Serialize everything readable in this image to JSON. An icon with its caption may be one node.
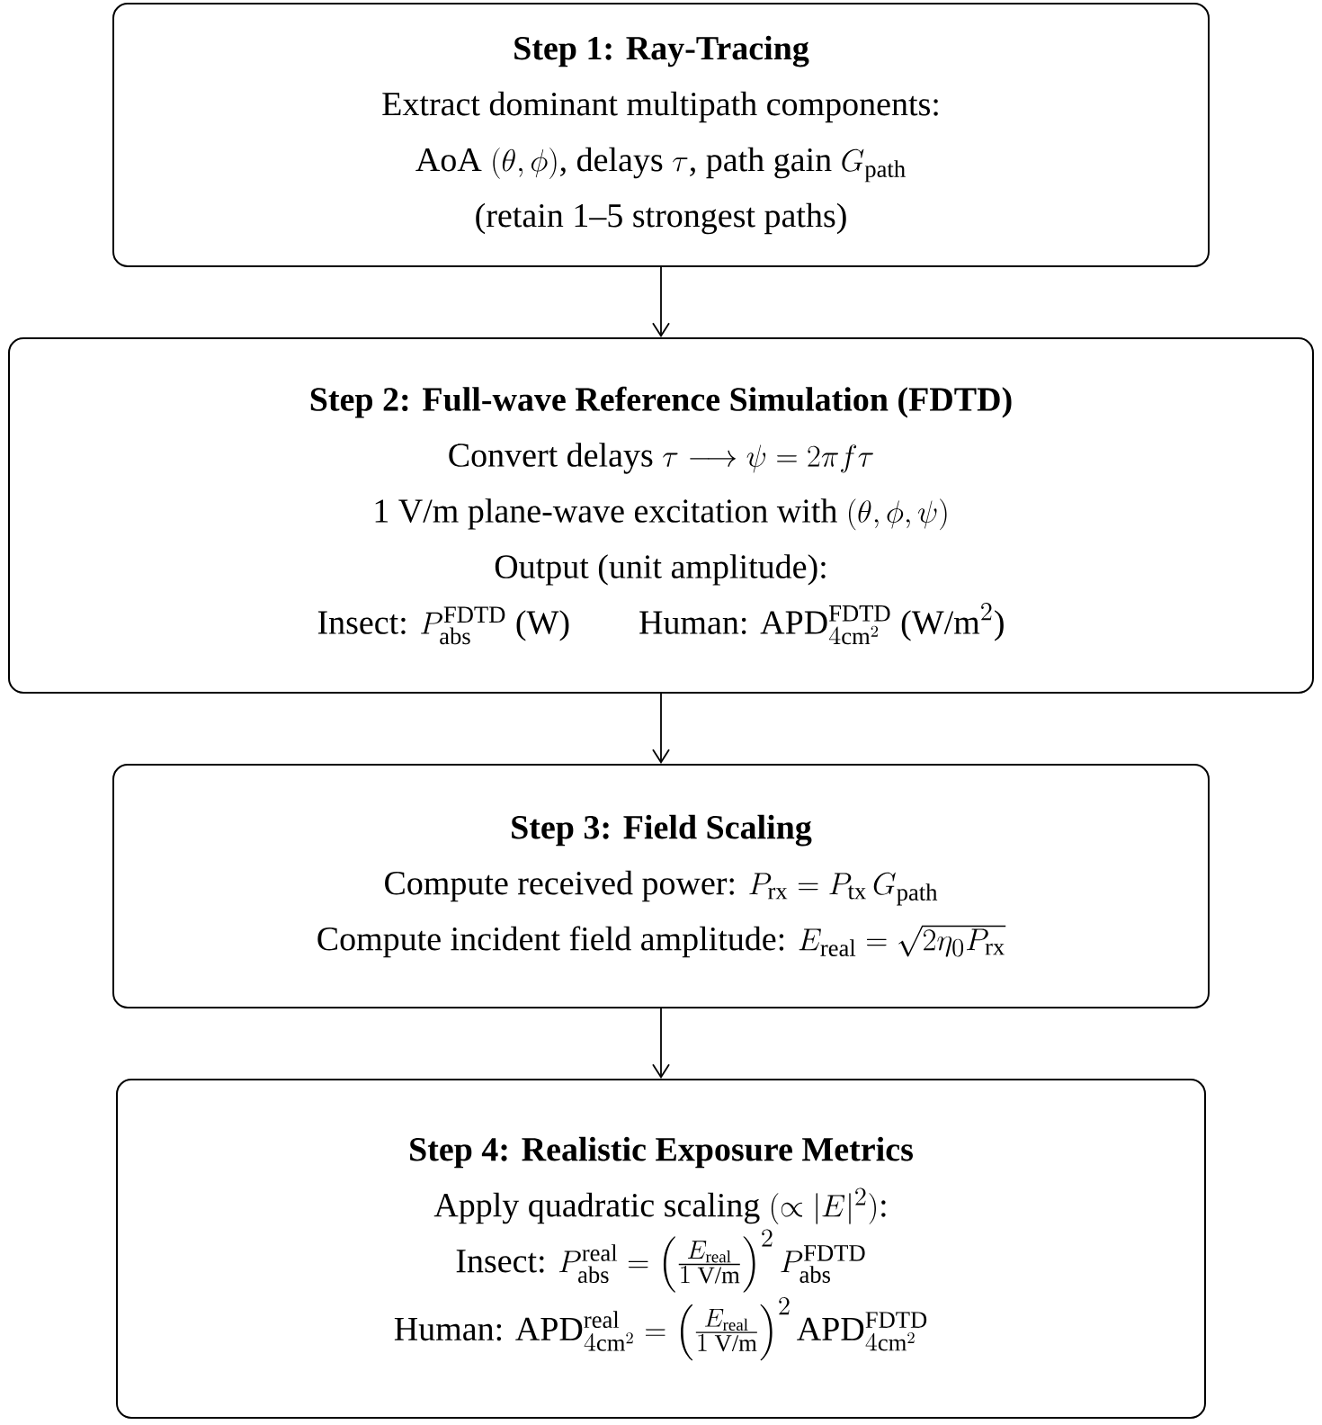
{
  "diagram": {
    "nodes": [
      {
        "text": [
          "Step 1: Ray-Tracing",
          "Extract dominant multipath components:",
          "\\text{AoA }(\\theta, \\phi)\\text{, delays }\\tau\\text{, path gain }G_{\\text{path}}",
          "(retain 1–5 strongest paths)"
        ]
      },
      {
        "text": [
          "Step 2: Full-wave Reference Simulation (FDTD)",
          "\\text{Convert delays }\\tau \\longrightarrow \\psi = 2\\pi f \\tau",
          "\\text{1 V/m plane-wave excitation with }(\\theta, \\phi, \\psi)",
          "Output (unit amplitude):",
          "\\text{Insect: }P_{\\text{abs}}^{\\text{FDTD}}\\text{ (W)}\\qquad\\text{Human: APD}_{4\\text{cm}^2}^{\\text{FDTD}}\\text{ (W/m}^2\\text{)}"
        ]
      },
      {
        "text": [
          "Step 3: Field Scaling",
          "\\text{Compute received power: }P_{\\text{rx}} = P_{\\text{tx}}\\,G_{\\text{path}}",
          "\\text{Compute incident field amplitude: }E_{\\text{real}} = \\sqrt{2\\eta_0 P_{\\text{rx}}}"
        ]
      },
      {
        "text": [
          "Step 4: Realistic Exposure Metrics",
          "\\text{Apply quadratic scaling }(\\propto |E|^2)\\text{:}",
          "\\text{Insect: }P_{\\text{abs}}^{\\text{real}} = \\left(\\frac{E_{\\text{real}}}{1\\text{ V/m}}\\right)^2 P_{\\text{abs}}^{\\text{FDTD}}",
          "\\text{Human: APD}_{4\\text{cm}^2}^{\\text{real}} = \\left(\\frac{E_{\\text{real}}}{1\\text{ V/m}}\\right)^2 \\text{APD}_{4\\text{cm}^2}^{\\text{FDTD}}"
        ]
      }
    ],
    "edges": [
      {
        "from": 0,
        "to": 1,
        "arrow": "to"
      },
      {
        "from": 1,
        "to": 2,
        "arrow": "to"
      },
      {
        "from": 2,
        "to": 3,
        "arrow": "to"
      }
    ]
  }
}
